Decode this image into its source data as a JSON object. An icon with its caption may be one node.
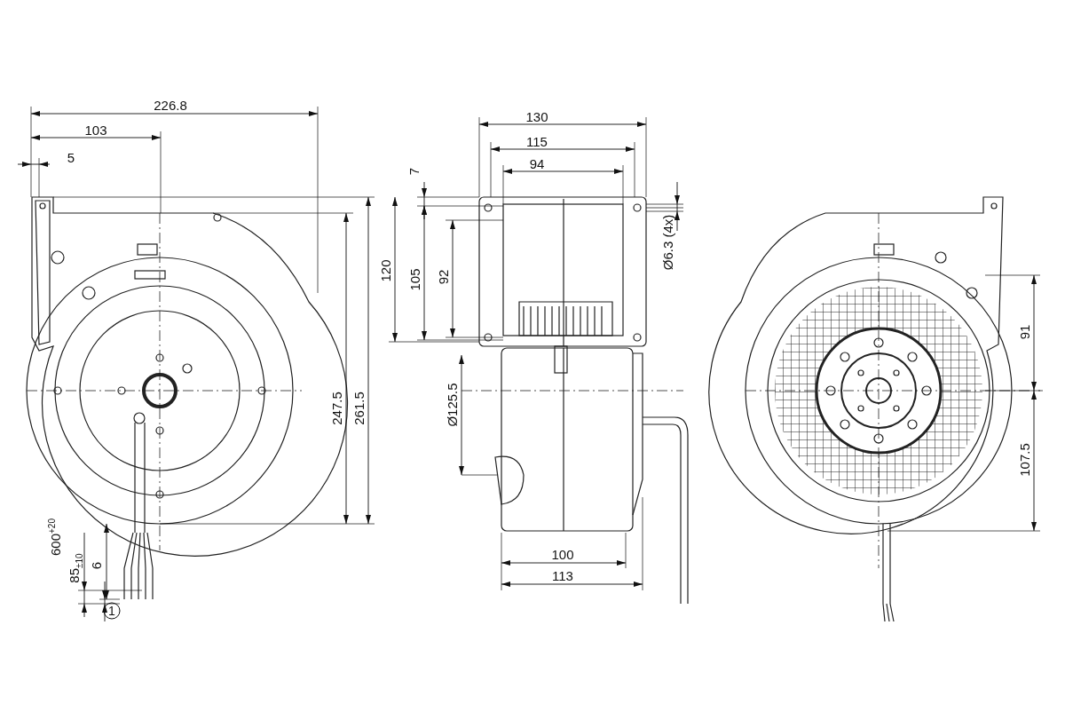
{
  "diagram": {
    "labels": [
      "226.8",
      "103",
      "5",
      "130",
      "115",
      "94",
      "7",
      "120",
      "105",
      "92",
      "Ø6.3 (4x)",
      "247.5",
      "261.5",
      "91",
      "Ø125.5",
      "107.5",
      "600$^{+20}$",
      "85$_{±10}$",
      "6",
      "100",
      "113",
      "1"
    ]
  }
}
